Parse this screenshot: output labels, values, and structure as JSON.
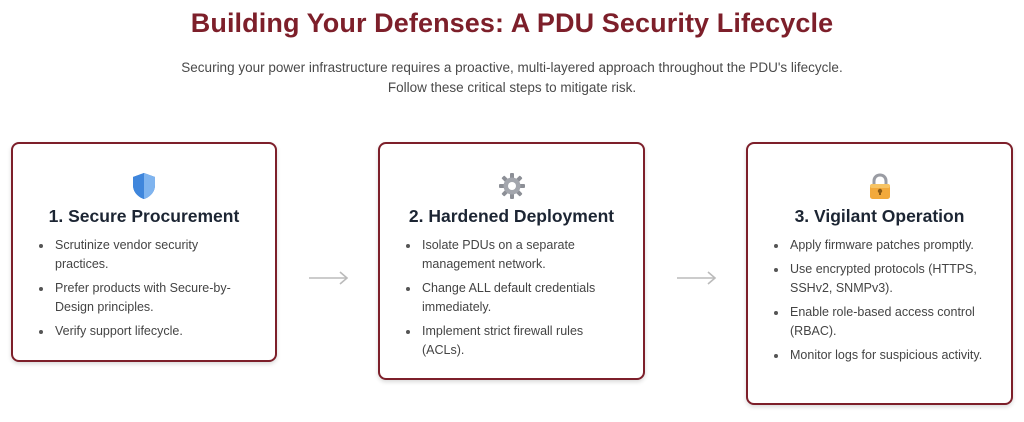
{
  "header": {
    "title": "Building Your Defenses: A PDU Security Lifecycle",
    "subtitle": "Securing your power infrastructure requires a proactive, multi-layered approach throughout the PDU's lifecycle. Follow these critical steps to mitigate risk."
  },
  "colors": {
    "accent": "#7d1f2a",
    "card_title": "#1c2533",
    "arrow": "#bbbbbb"
  },
  "steps": [
    {
      "icon": "shield-icon",
      "title": "1. Secure Procurement",
      "items": [
        "Scrutinize vendor security practices.",
        "Prefer products with Secure-by-Design principles.",
        "Verify support lifecycle."
      ]
    },
    {
      "icon": "gear-icon",
      "title": "2. Hardened Deployment",
      "items": [
        "Isolate PDUs on a separate management network.",
        "Change ALL default credentials immediately.",
        "Implement strict firewall rules (ACLs)."
      ]
    },
    {
      "icon": "lock-icon",
      "title": "3. Vigilant Operation",
      "items": [
        "Apply firmware patches promptly.",
        "Use encrypted protocols (HTTPS, SSHv2, SNMPv3).",
        "Enable role-based access control (RBAC).",
        "Monitor logs for suspicious activity."
      ]
    }
  ]
}
